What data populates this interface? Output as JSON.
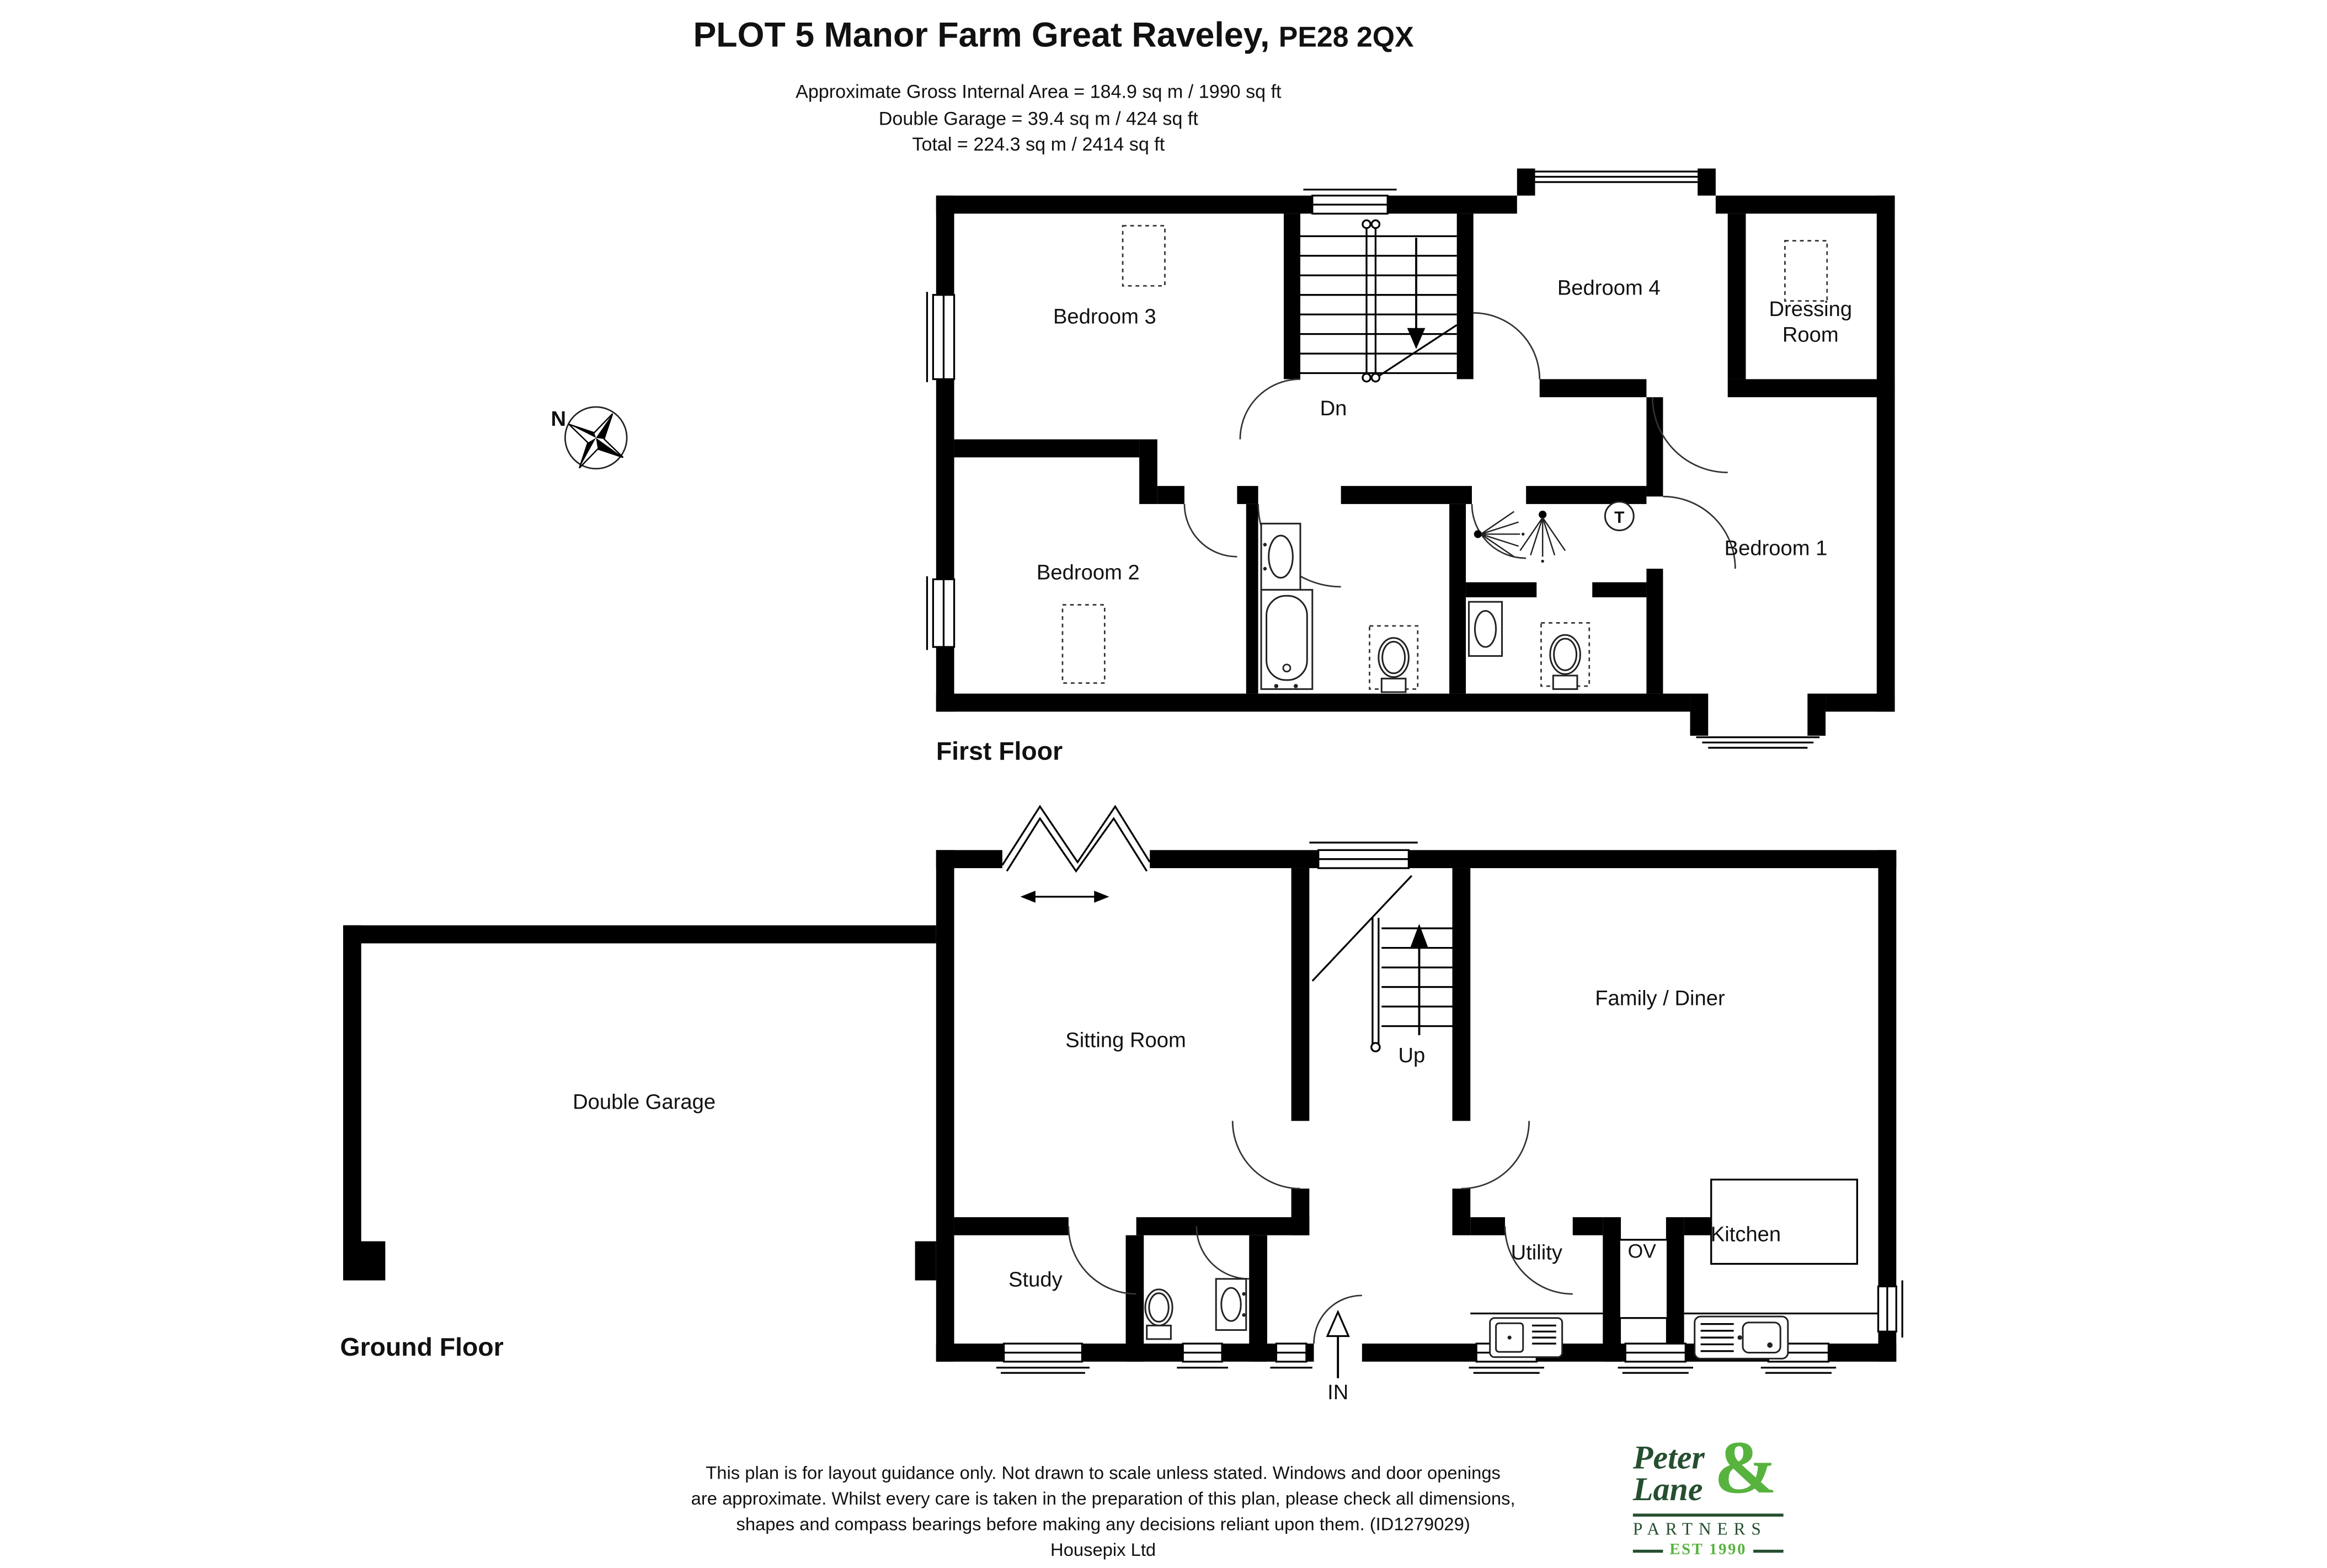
{
  "header": {
    "title": "PLOT 5 Manor Farm Great Raveley,",
    "postcode": "PE28 2QX",
    "area_lines": {
      "gross": "Approximate Gross Internal Area = 184.9 sq m / 1990 sq ft",
      "garage": "Double Garage = 39.4 sq m / 424 sq ft",
      "total": "Total = 224.3 sq m / 2414 sq ft"
    }
  },
  "compass": {
    "north": "N"
  },
  "first_floor": {
    "section_label": "First Floor",
    "labels": {
      "bedroom3": "Bedroom 3",
      "bedroom4": "Bedroom 4",
      "dressing_line1": "Dressing",
      "dressing_line2": "Room",
      "bedroom2": "Bedroom 2",
      "bedroom1": "Bedroom 1",
      "stairs": "Dn",
      "tank": "T"
    }
  },
  "ground_floor": {
    "section_label": "Ground Floor",
    "labels": {
      "garage": "Double Garage",
      "sitting": "Sitting Room",
      "family": "Family / Diner",
      "stairs": "Up",
      "study": "Study",
      "utility": "Utility",
      "oven": "OV",
      "kitchen": "Kitchen",
      "entrance": "IN"
    }
  },
  "footer": {
    "disclaimer_line1": "This plan is for layout guidance only. Not drawn to scale unless stated. Windows and door openings",
    "disclaimer_line2": "are approximate. Whilst every care is taken in the preparation of this plan, please check all dimensions,",
    "disclaimer_line3": "shapes and compass bearings before making any decisions reliant upon them. (ID1279029)",
    "credit": "Housepix Ltd"
  },
  "logo": {
    "name_line1": "Peter",
    "name_line2": "Lane",
    "ampersand": "&",
    "partners": "PARTNERS",
    "established": "EST 1990",
    "color_dark": "#254f30",
    "color_green": "#57b33e"
  },
  "colors": {
    "wall": "#000000",
    "background": "#ffffff"
  }
}
